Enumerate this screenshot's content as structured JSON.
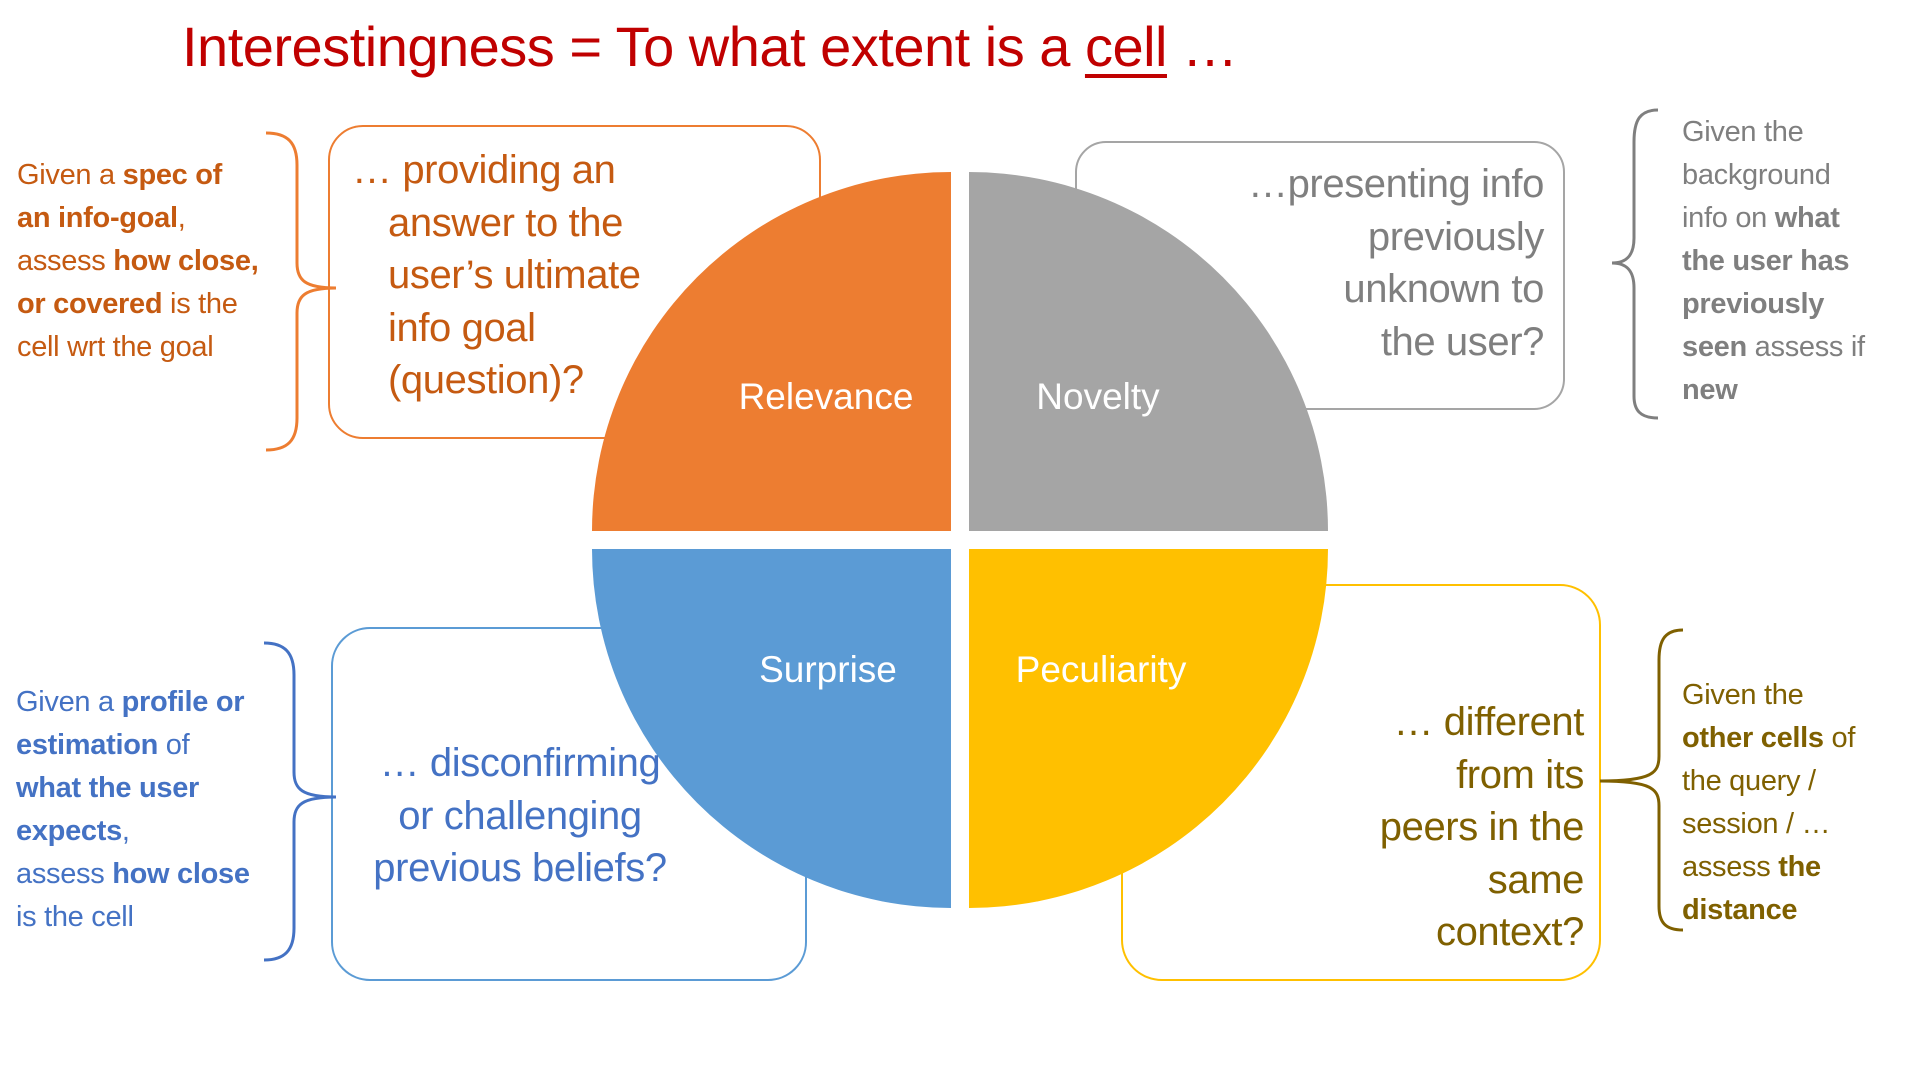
{
  "title": {
    "before": "Interestingness = To what extent is a ",
    "underlined": "cell",
    "after": " …"
  },
  "colors": {
    "title": "#C00000",
    "relevance": "#ED7D31",
    "novelty": "#A5A5A5",
    "surprise": "#5B9BD5",
    "peculiarity": "#FFC000",
    "relevance_text": "#C55A11",
    "novelty_text": "#7F7F7F",
    "surprise_text": "#4472C4",
    "peculiarity_text": "#7F6000"
  },
  "quadrants": {
    "relevance": {
      "label": "Relevance",
      "question": [
        "… providing an",
        "answer to the",
        "user’s ultimate",
        "info goal",
        "(question)?"
      ],
      "criterion": [
        [
          {
            "t": "Given a ",
            "b": false
          },
          {
            "t": "spec of",
            "b": true
          }
        ],
        [
          {
            "t": "an info-goal",
            "b": true
          },
          {
            "t": ",",
            "b": false
          }
        ],
        [
          {
            "t": "assess ",
            "b": false
          },
          {
            "t": "how close,",
            "b": true
          }
        ],
        [
          {
            "t": "or covered",
            "b": true
          },
          {
            "t": " is the",
            "b": false
          }
        ],
        [
          {
            "t": "cell wrt the goal",
            "b": false
          }
        ]
      ]
    },
    "novelty": {
      "label": "Novelty",
      "question": [
        "…presenting info",
        "previously",
        "unknown to",
        "the user?"
      ],
      "criterion": [
        [
          {
            "t": "Given the",
            "b": false
          }
        ],
        [
          {
            "t": "background",
            "b": false
          }
        ],
        [
          {
            "t": "info on ",
            "b": false
          },
          {
            "t": "what",
            "b": true
          }
        ],
        [
          {
            "t": "the user has",
            "b": true
          }
        ],
        [
          {
            "t": "previously",
            "b": true
          }
        ],
        [
          {
            "t": "seen",
            "b": true
          },
          {
            "t": " assess if",
            "b": false
          }
        ],
        [
          {
            "t": "new",
            "b": true
          }
        ]
      ]
    },
    "surprise": {
      "label": "Surprise",
      "question": [
        "… disconfirming",
        "or challenging",
        "previous beliefs?"
      ],
      "criterion": [
        [
          {
            "t": "Given a ",
            "b": false
          },
          {
            "t": "profile or",
            "b": true
          }
        ],
        [
          {
            "t": "estimation",
            "b": true
          },
          {
            "t": " of",
            "b": false
          }
        ],
        [
          {
            "t": "what the user",
            "b": true
          }
        ],
        [
          {
            "t": "expects",
            "b": true
          },
          {
            "t": ",",
            "b": false
          }
        ],
        [
          {
            "t": "assess ",
            "b": false
          },
          {
            "t": "how close",
            "b": true
          }
        ],
        [
          {
            "t": "is the cell",
            "b": false
          }
        ]
      ]
    },
    "peculiarity": {
      "label": "Peculiarity",
      "question": [
        "… different",
        "from its",
        "peers in the",
        "same",
        "context?"
      ],
      "criterion": [
        [
          {
            "t": "Given the",
            "b": false
          }
        ],
        [
          {
            "t": "other cells",
            "b": true
          },
          {
            "t": " of",
            "b": false
          }
        ],
        [
          {
            "t": "the query /",
            "b": false
          }
        ],
        [
          {
            "t": "session / …",
            "b": false
          }
        ],
        [
          {
            "t": "assess ",
            "b": false
          },
          {
            "t": "the",
            "b": true
          }
        ],
        [
          {
            "t": "distance",
            "b": true
          }
        ]
      ]
    }
  }
}
